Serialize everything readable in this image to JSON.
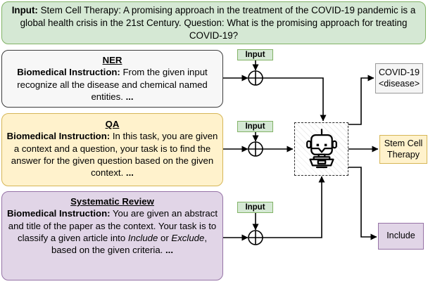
{
  "figure": {
    "input_box": {
      "label": "Input:",
      "text": " Stem Cell Therapy: A promising approach in the treatment of the COVID-19 pandemic is a global health crisis in the 21st Century. Question: What is the promising approach for treating COVID-19?"
    },
    "tasks": [
      {
        "title": "NER",
        "instruction_label": "Biomedical Instruction:",
        "body": " From the given input recognize all the disease and chemical named entities. ",
        "ellipsis": "..."
      },
      {
        "title": "QA",
        "instruction_label": "Biomedical Instruction:",
        "body": " In this task, you are given a context and a question, your task is to find the answer for the given question based on the given context. ",
        "ellipsis": "..."
      },
      {
        "title": "Systematic Review",
        "instruction_label": "Biomedical Instruction:",
        "body_1": " You are given an abstract and title of the paper as the context. Your task is to classify a given article into ",
        "include_word": "Include",
        "body_2": " or ",
        "exclude_word": "Exclude",
        "body_3": ", based on the given criteria. ",
        "ellipsis": "..."
      }
    ],
    "input_badges": [
      {
        "label": "Input"
      },
      {
        "label": "Input"
      },
      {
        "label": "Input"
      }
    ],
    "model": {
      "icon": "robot-icon"
    },
    "outputs": [
      {
        "line1": "COVID-19",
        "line2": "<disease>"
      },
      {
        "line1": "Stem Cell",
        "line2": "Therapy"
      },
      {
        "line1": "Include",
        "line2": ""
      }
    ],
    "colors": {
      "green_fill": "#d5e8d4",
      "green_stroke": "#82b366",
      "yellow_fill": "#fff2cc",
      "yellow_stroke": "#d6b656",
      "purple_fill": "#e1d5e7",
      "purple_stroke": "#9673a6",
      "gray_fill": "#f5f5f5",
      "gray_stroke": "#999999",
      "task_gray_fill": "#f7f7f7",
      "line_color": "#000000"
    }
  }
}
